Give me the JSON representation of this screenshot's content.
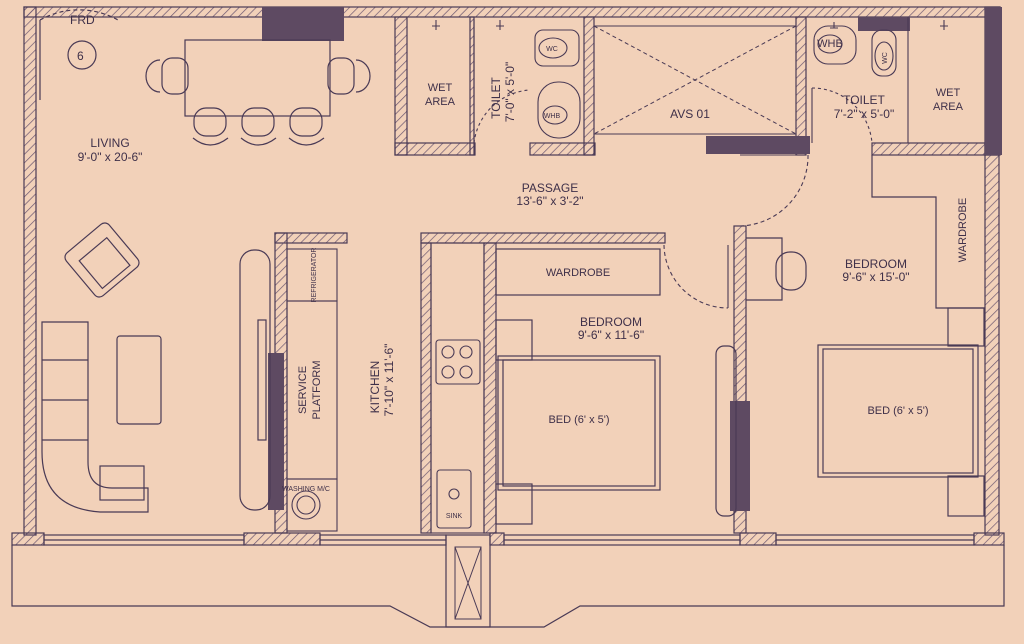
{
  "colors": {
    "background": "#f2d1b9",
    "wall": "#5e4a62",
    "line": "#4a3a55",
    "hatch": "#6b5670"
  },
  "labels": {
    "frd": "FRD",
    "frd_number": "6",
    "living": "LIVING",
    "living_dim": "9'-0\" x 20-6\"",
    "wet_area_left_1": "WET",
    "wet_area_left_2": "AREA",
    "toilet_left": "TOILET",
    "toilet_left_dim": "7'-0\" x 5'-0\"",
    "wc_left": "WC",
    "whb_left": "WHB",
    "avs": "AVS 01",
    "whb_right": "WHB",
    "wc_right": "WC",
    "toilet_right": "TOILET",
    "toilet_right_dim": "7'-2\" x 5'-0\"",
    "wet_area_right_1": "WET",
    "wet_area_right_2": "AREA",
    "passage": "PASSAGE",
    "passage_dim": "13'-6\" x 3'-2\"",
    "wardrobe_center": "WARDROBE",
    "wardrobe_right": "WARDROBE",
    "bedroom_center": "BEDROOM",
    "bedroom_center_dim": "9'-6\" x 11'-6\"",
    "bedroom_right": "BEDROOM",
    "bedroom_right_dim": "9'-6\" x 15'-0\"",
    "kitchen": "KITCHEN",
    "kitchen_dim": "7'-10\" x 11'-6\"",
    "service_1": "SERVICE",
    "service_2": "PLATFORM",
    "refrigerator": "REFRIGERATOR",
    "washing": "WASHING M/C",
    "sink": "SINK",
    "bed_center": "BED (6' x 5')",
    "bed_right": "BED (6' x 5')"
  }
}
